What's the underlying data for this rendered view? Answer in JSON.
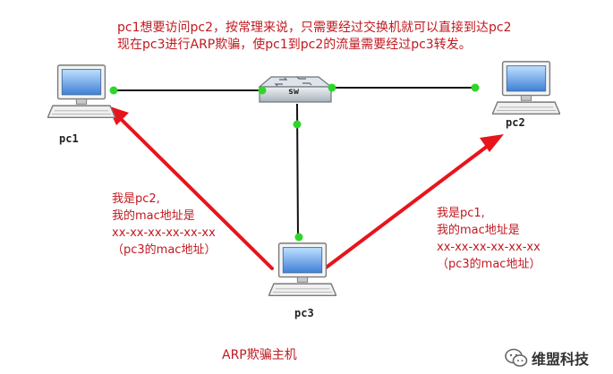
{
  "notes": {
    "line1": "pc1想要访问pc2，按常理来说，只需要经过交换机就可以直接到达pc2",
    "line2": "现在pc3进行ARP欺骗，使pc1到pc2的流量需要经过pc3转发。"
  },
  "nodes": {
    "pc1": "pc1",
    "pc2": "pc2",
    "pc3": "pc3",
    "switch": "sw"
  },
  "spoof_to_pc1": {
    "line1": "我是pc2,",
    "line2": "我的mac地址是",
    "line3": "xx-xx-xx-xx-xx-xx",
    "line4": "（pc3的mac地址）"
  },
  "spoof_to_pc2": {
    "line1": "我是pc1,",
    "line2": "我的mac地址是",
    "line3": "xx-xx-xx-xx-xx-xx",
    "line4": "（pc3的mac地址）"
  },
  "caption": "ARP欺骗主机",
  "watermark": {
    "name": "维盟科技"
  },
  "colors": {
    "annotation": "#c0191f",
    "arrow": "#e8141b",
    "link_dot": "#2fd62a",
    "link": "#111111"
  },
  "icons": {
    "computer": "computer-icon",
    "switch": "switch-icon",
    "watermark": "wechat-icon"
  }
}
